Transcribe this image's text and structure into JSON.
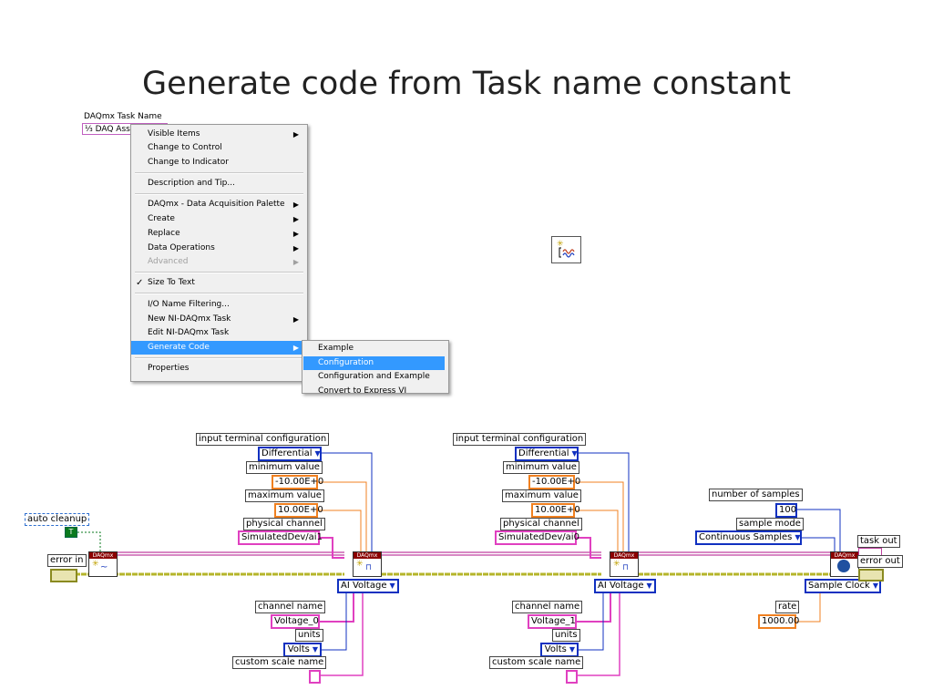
{
  "slide": {
    "title": "Generate code from Task name constant"
  },
  "task_constant": {
    "label": "DAQmx Task Name",
    "value": "DAQ Assi"
  },
  "context_menu": {
    "items": [
      {
        "label": "Visible Items",
        "submenu": true
      },
      {
        "label": "Change to Control"
      },
      {
        "label": "Change to Indicator"
      },
      {
        "label": "Description and Tip..."
      },
      {
        "label": "DAQmx - Data Acquisition Palette",
        "submenu": true
      },
      {
        "label": "Create",
        "submenu": true
      },
      {
        "label": "Replace",
        "submenu": true
      },
      {
        "label": "Data Operations",
        "submenu": true
      },
      {
        "label": "Advanced",
        "submenu": true,
        "disabled": true
      },
      {
        "label": "Size To Text",
        "checked": true
      },
      {
        "label": "I/O Name Filtering..."
      },
      {
        "label": "New NI-DAQmx Task",
        "submenu": true
      },
      {
        "label": "Edit NI-DAQmx Task"
      },
      {
        "label": "Generate Code",
        "submenu": true,
        "highlighted": true
      },
      {
        "label": "Properties"
      }
    ],
    "submenu_items": [
      {
        "label": "Example"
      },
      {
        "label": "Configuration",
        "highlighted": true
      },
      {
        "label": "Configuration and Example"
      },
      {
        "label": "Convert to Express VI"
      }
    ],
    "check_glyph": "✓",
    "arrow_glyph": "▶"
  },
  "diagram": {
    "auto_cleanup": {
      "label": "auto cleanup",
      "value": "T"
    },
    "error_in": {
      "label": "error in"
    },
    "vi_header": "DAQmx",
    "channel_1": {
      "input_terminal_configuration": "input terminal configuration",
      "terminal_value": "Differential",
      "minimum_value_label": "minimum value",
      "minimum_value": "-10.00E+0",
      "maximum_value_label": "maximum value",
      "maximum_value": "10.00E+0",
      "physical_channel_label": "physical channel",
      "physical_channel": "SimulatedDev/ai1",
      "selector": "AI Voltage",
      "channel_name_label": "channel name",
      "channel_name": "Voltage_0",
      "units_label": "units",
      "units": "Volts",
      "custom_scale_label": "custom scale name"
    },
    "channel_2": {
      "input_terminal_configuration": "input terminal configuration",
      "terminal_value": "Differential",
      "minimum_value_label": "minimum value",
      "minimum_value": "-10.00E+0",
      "maximum_value_label": "maximum value",
      "maximum_value": "10.00E+0",
      "physical_channel_label": "physical channel",
      "physical_channel": "SimulatedDev/ai0",
      "selector": "AI Voltage",
      "channel_name_label": "channel name",
      "channel_name": "Voltage_1",
      "units_label": "units",
      "units": "Volts",
      "custom_scale_label": "custom scale name"
    },
    "timing": {
      "number_of_samples_label": "number of samples",
      "number_of_samples": "100",
      "sample_mode_label": "sample mode",
      "sample_mode": "Continuous Samples",
      "selector": "Sample Clock",
      "rate_label": "rate",
      "rate": "1000.00",
      "task_out": "task out",
      "error_out": "error out"
    }
  },
  "colors": {
    "task_wire": "#c040a0",
    "error_wire": "#b5b52a",
    "enum_wire": "#1030c0",
    "numeric_wire": "#f08020",
    "string_wire": "#e040c0",
    "bool_wire": "#0a7a1e",
    "menu_highlight": "#3399ff"
  }
}
